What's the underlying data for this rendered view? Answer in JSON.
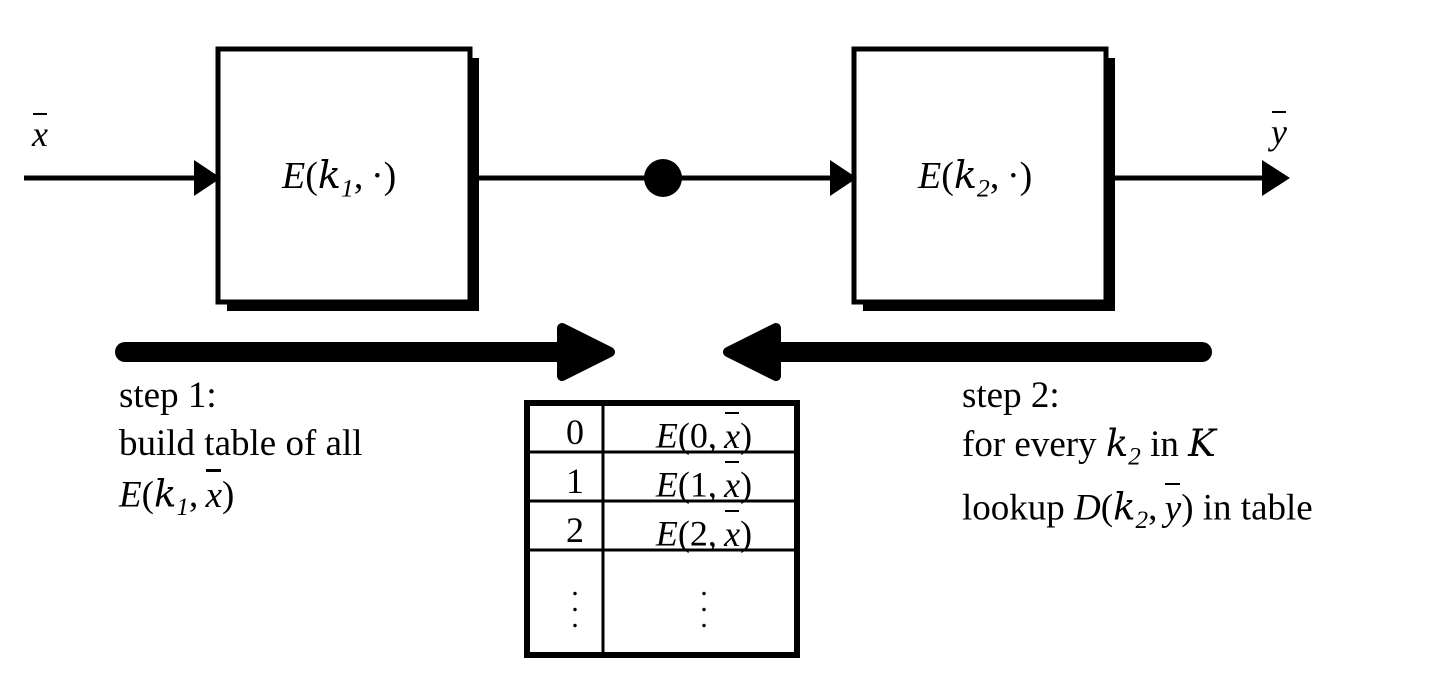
{
  "figure": {
    "type": "block-diagram",
    "title": "double-encryption meet-in-the-middle attack diagram",
    "background_color": "#ffffff",
    "stroke_color": "#000000"
  },
  "signals": {
    "input_label": "x",
    "input_label_full": "x̄",
    "output_label": "y",
    "output_label_full": "ȳ"
  },
  "blocks": [
    {
      "id": "enc1",
      "label_fn": "E",
      "label_key": "k",
      "label_key_sub": "1",
      "label_arg": "·",
      "label_full": "E(k1, ·)"
    },
    {
      "id": "enc2",
      "label_fn": "E",
      "label_key": "k",
      "label_key_sub": "2",
      "label_arg": "·",
      "label_full": "E(k2, ·)"
    }
  ],
  "steps": [
    {
      "id": "step1",
      "heading": "step 1:",
      "line2": "build table of all",
      "line3_fn": "E",
      "line3_key": "k",
      "line3_key_sub": "1",
      "line3_arg": "x̄",
      "line3_full": "E(k1, x̄)",
      "arrow_direction": "right"
    },
    {
      "id": "step2",
      "heading": "step 2:",
      "line2_prefix": "for every",
      "line2_key": "k",
      "line2_key_sub": "2",
      "line2_mid": "in",
      "line2_set": "K",
      "line2_full": "for every k2 in K",
      "line3_prefix": "lookup",
      "line3_fn": "D",
      "line3_key": "k",
      "line3_key_sub": "2",
      "line3_arg": "ȳ",
      "line3_suffix": "in table",
      "line3_full": "lookup D(k2, ȳ) in table",
      "arrow_direction": "left"
    }
  ],
  "table": {
    "columns": 2,
    "rows": [
      {
        "index": "0",
        "value_fn": "E",
        "value_args": "(0, x̄)",
        "value_full": "E(0, x̄)"
      },
      {
        "index": "1",
        "value_fn": "E",
        "value_args": "(1, x̄)",
        "value_full": "E(1, x̄)"
      },
      {
        "index": "2",
        "value_fn": "E",
        "value_args": "(2, x̄)",
        "value_full": "E(2, x̄)"
      },
      {
        "index": "⋮",
        "value_fn": "",
        "value_args": "",
        "value_full": "⋮"
      }
    ]
  },
  "nodes": [
    {
      "id": "tap",
      "kind": "junction-dot",
      "description": "signal tap between E(k1,·) and E(k2,·)"
    }
  ]
}
